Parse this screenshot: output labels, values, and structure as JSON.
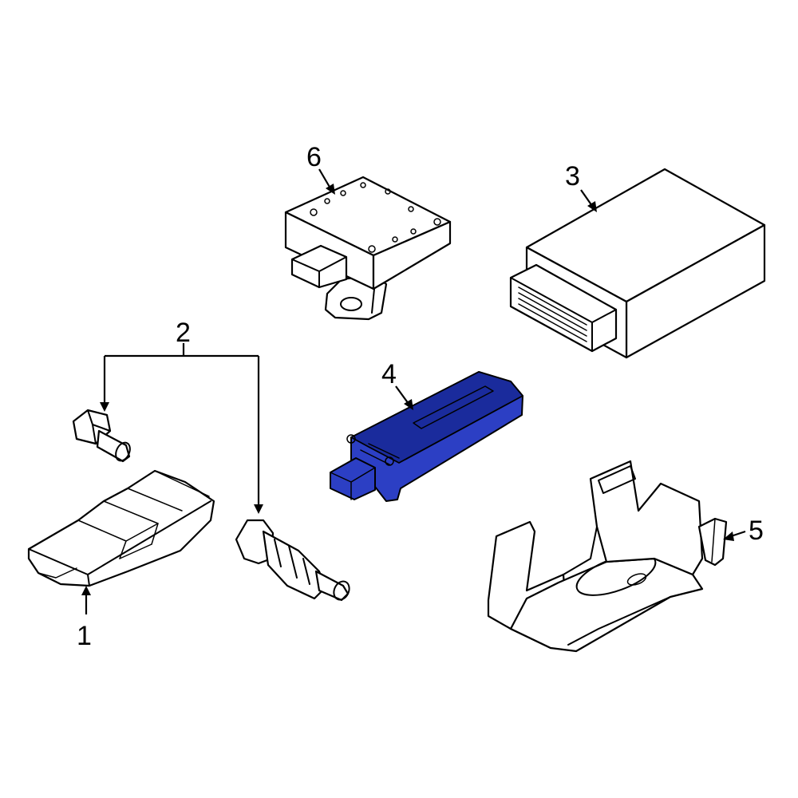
{
  "callouts": {
    "c1": "1",
    "c2": "2",
    "c3": "3",
    "c4": "4",
    "c5": "5",
    "c6": "6"
  },
  "colors": {
    "highlight": "#2c3fc4",
    "highlight_dark": "#1a2b9c",
    "line": "#000000",
    "background": "#ffffff"
  }
}
